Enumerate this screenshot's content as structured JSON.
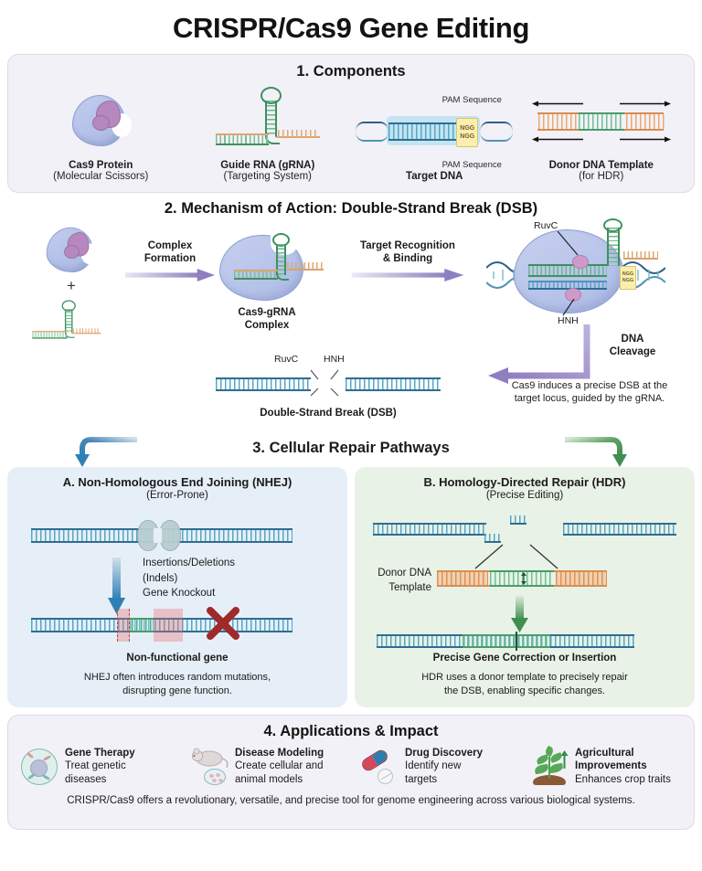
{
  "title": "CRISPR/Cas9 Gene Editing",
  "colors": {
    "panel_lavender": "#f2f1f7",
    "panel_blue": "#e6eff7",
    "panel_green": "#e9f2e6",
    "dna_blue": "#2f6d93",
    "rna_green": "#3f9060",
    "donor_orange": "#d98d4e",
    "cas9_body": "#b5c2e9",
    "cas9_domain": "#b688bd",
    "pam_yellow": "#fbeeaf",
    "nhej_accent": "#2f7fb5",
    "hdr_accent": "#4a9c6c",
    "x_red": "#a02a2a"
  },
  "section1": {
    "heading": "1. Components",
    "items": [
      {
        "name": "Cas9 Protein",
        "sub": "(Molecular Scissors)",
        "icon": "cas9-protein-icon"
      },
      {
        "name": "Guide RNA (gRNA)",
        "sub": "(Targeting System)",
        "icon": "guide-rna-icon"
      },
      {
        "name": "Target DNA",
        "sub": "",
        "icon": "target-dna-icon",
        "pam_label_top": "PAM Sequence",
        "pam_label_bottom": "PAM Sequence",
        "pam_codes": [
          "NGG",
          "NGG"
        ]
      },
      {
        "name": "Donor DNA Template",
        "sub": "(for HDR)",
        "icon": "donor-dna-icon"
      }
    ]
  },
  "section2": {
    "heading": "2. Mechanism of Action: Double-Strand Break (DSB)",
    "plus": "+",
    "arrow1": "Complex\nFormation",
    "arrow1_line1": "Complex",
    "arrow1_line2": "Formation",
    "arrow2_line1": "Target Recognition",
    "arrow2_line2": "& Binding",
    "complex_caption_line1": "Cas9-gRNA",
    "complex_caption_line2": "Complex",
    "domain_ruvc": "RuvC",
    "domain_hnh": "HNH",
    "cleavage_line1": "DNA",
    "cleavage_line2": "Cleavage",
    "dsb_caption": "Double-Strand Break (DSB)",
    "dsb_ruvc": "RuvC",
    "dsb_hnh": "HNH",
    "note_line1": "Cas9 induces a precise DSB at the",
    "note_line2": "target locus, guided by the gRNA.",
    "pam_codes": [
      "NGG",
      "NGG"
    ]
  },
  "section3": {
    "heading": "3. Cellular Repair Pathways",
    "nhej": {
      "title": "A. Non-Homologous End Joining (NHEJ)",
      "sub": "(Error-Prone)",
      "step_line1": "Insertions/Deletions",
      "step_line2": "(Indels)",
      "step_line3": "Gene Knockout",
      "result": "Non-functional gene",
      "foot_line1": "NHEJ often introduces random mutations,",
      "foot_line2": "disrupting gene function."
    },
    "hdr": {
      "title": "B. Homology-Directed Repair (HDR)",
      "sub": "(Precise Editing)",
      "donor_line1": "Donor DNA",
      "donor_line2": "Template",
      "result": "Precise Gene Correction or Insertion",
      "foot_line1": "HDR uses a donor template to precisely repair",
      "foot_line2": "the DSB, enabling specific changes."
    }
  },
  "section4": {
    "heading": "4. Applications & Impact",
    "apps": [
      {
        "icon": "cell-icon",
        "title": "Gene Therapy",
        "desc_line1": "Treat genetic",
        "desc_line2": "diseases"
      },
      {
        "icon": "mouse-icon",
        "title": "Disease Modeling",
        "desc_line1": "Create cellular and",
        "desc_line2": "animal models"
      },
      {
        "icon": "pill-icon",
        "title": "Drug Discovery",
        "desc_line1": "Identify new",
        "desc_line2": "targets"
      },
      {
        "icon": "plant-icon",
        "title": "Agricultural",
        "title2": "Improvements",
        "desc_line1": "Enhances crop traits",
        "desc_line2": ""
      }
    ],
    "footer": "CRISPR/Cas9 offers a revolutionary, versatile, and precise tool for genome engineering across various biological systems."
  }
}
